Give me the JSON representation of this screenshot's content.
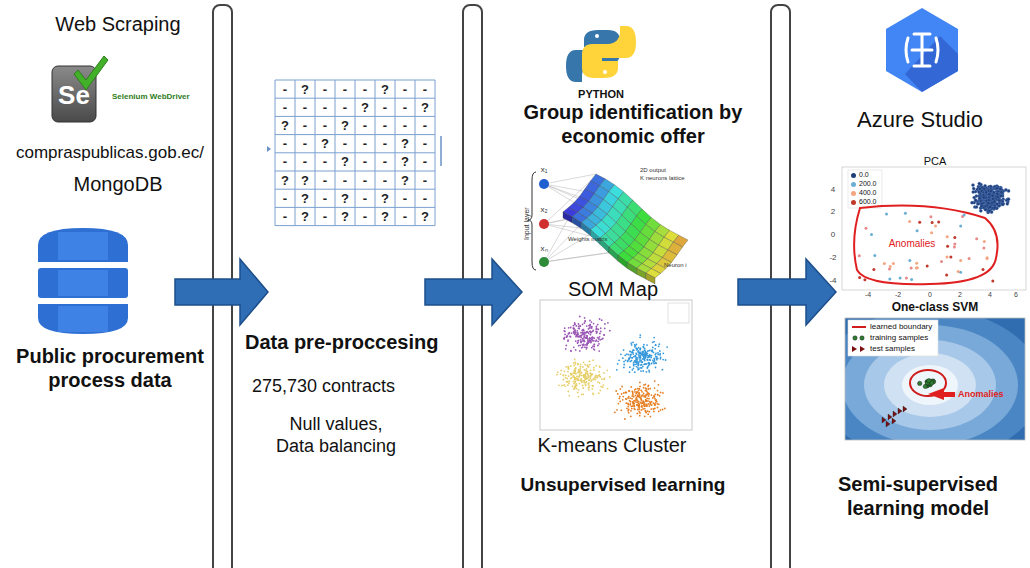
{
  "diagram": {
    "labels": [
      "Web Scraping",
      "Se",
      "Selenium WebDriver",
      "compraspublicas.gob.ec/",
      "MongoDB",
      "Public procurement process data",
      "-",
      "?",
      "-",
      "-",
      "-",
      "?",
      "-",
      "-",
      "-",
      "-",
      "-",
      "-",
      "?",
      "-",
      "-",
      "?",
      "?",
      "-",
      "-",
      "?",
      "-",
      "-",
      "-",
      "-",
      "-",
      "-",
      "?",
      "-",
      "-",
      "-",
      "?",
      "-",
      "-",
      "-",
      "-",
      "?",
      "-",
      "-",
      "?",
      "-",
      "?",
      "?",
      "-",
      "-",
      "-",
      "-",
      "?",
      "-",
      "-",
      "?",
      "-",
      "?",
      "-",
      "?",
      "-",
      "-",
      "-",
      "?",
      "-",
      "?",
      "-",
      "?",
      "-",
      "?",
      "Data pre-proccesing",
      "275,730 contracts",
      "Null values, Data balancing",
      "PYTHON",
      "Group identification by economic offer",
      "2D output",
      "K neurons lattice",
      "Input layer",
      "Weights matrix",
      "Neuron i",
      "x₁",
      "x₂",
      "xₙ",
      "SOM Map",
      "K-means Cluster",
      "Unsupervised learning",
      "Azure Studio",
      "PCA",
      "Anomalies",
      "4",
      "2",
      "0",
      "-2",
      "-4",
      "-4",
      "-2",
      "0",
      "2",
      "4",
      "6",
      "One-class SVM",
      "Anomalies",
      "Semi-supervised learning model"
    ],
    "legend": [
      {
        "text": "0.0",
        "color": "#1f3f7a"
      },
      {
        "text": "200.0",
        "color": "#6aaed6"
      },
      {
        "text": "400.0",
        "color": "#f4a582"
      },
      {
        "text": "600.0",
        "color": "#c0392b"
      },
      {
        "text": "learned boundary"
      },
      {
        "text": "training samples"
      },
      {
        "text": "test samples"
      }
    ]
  }
}
